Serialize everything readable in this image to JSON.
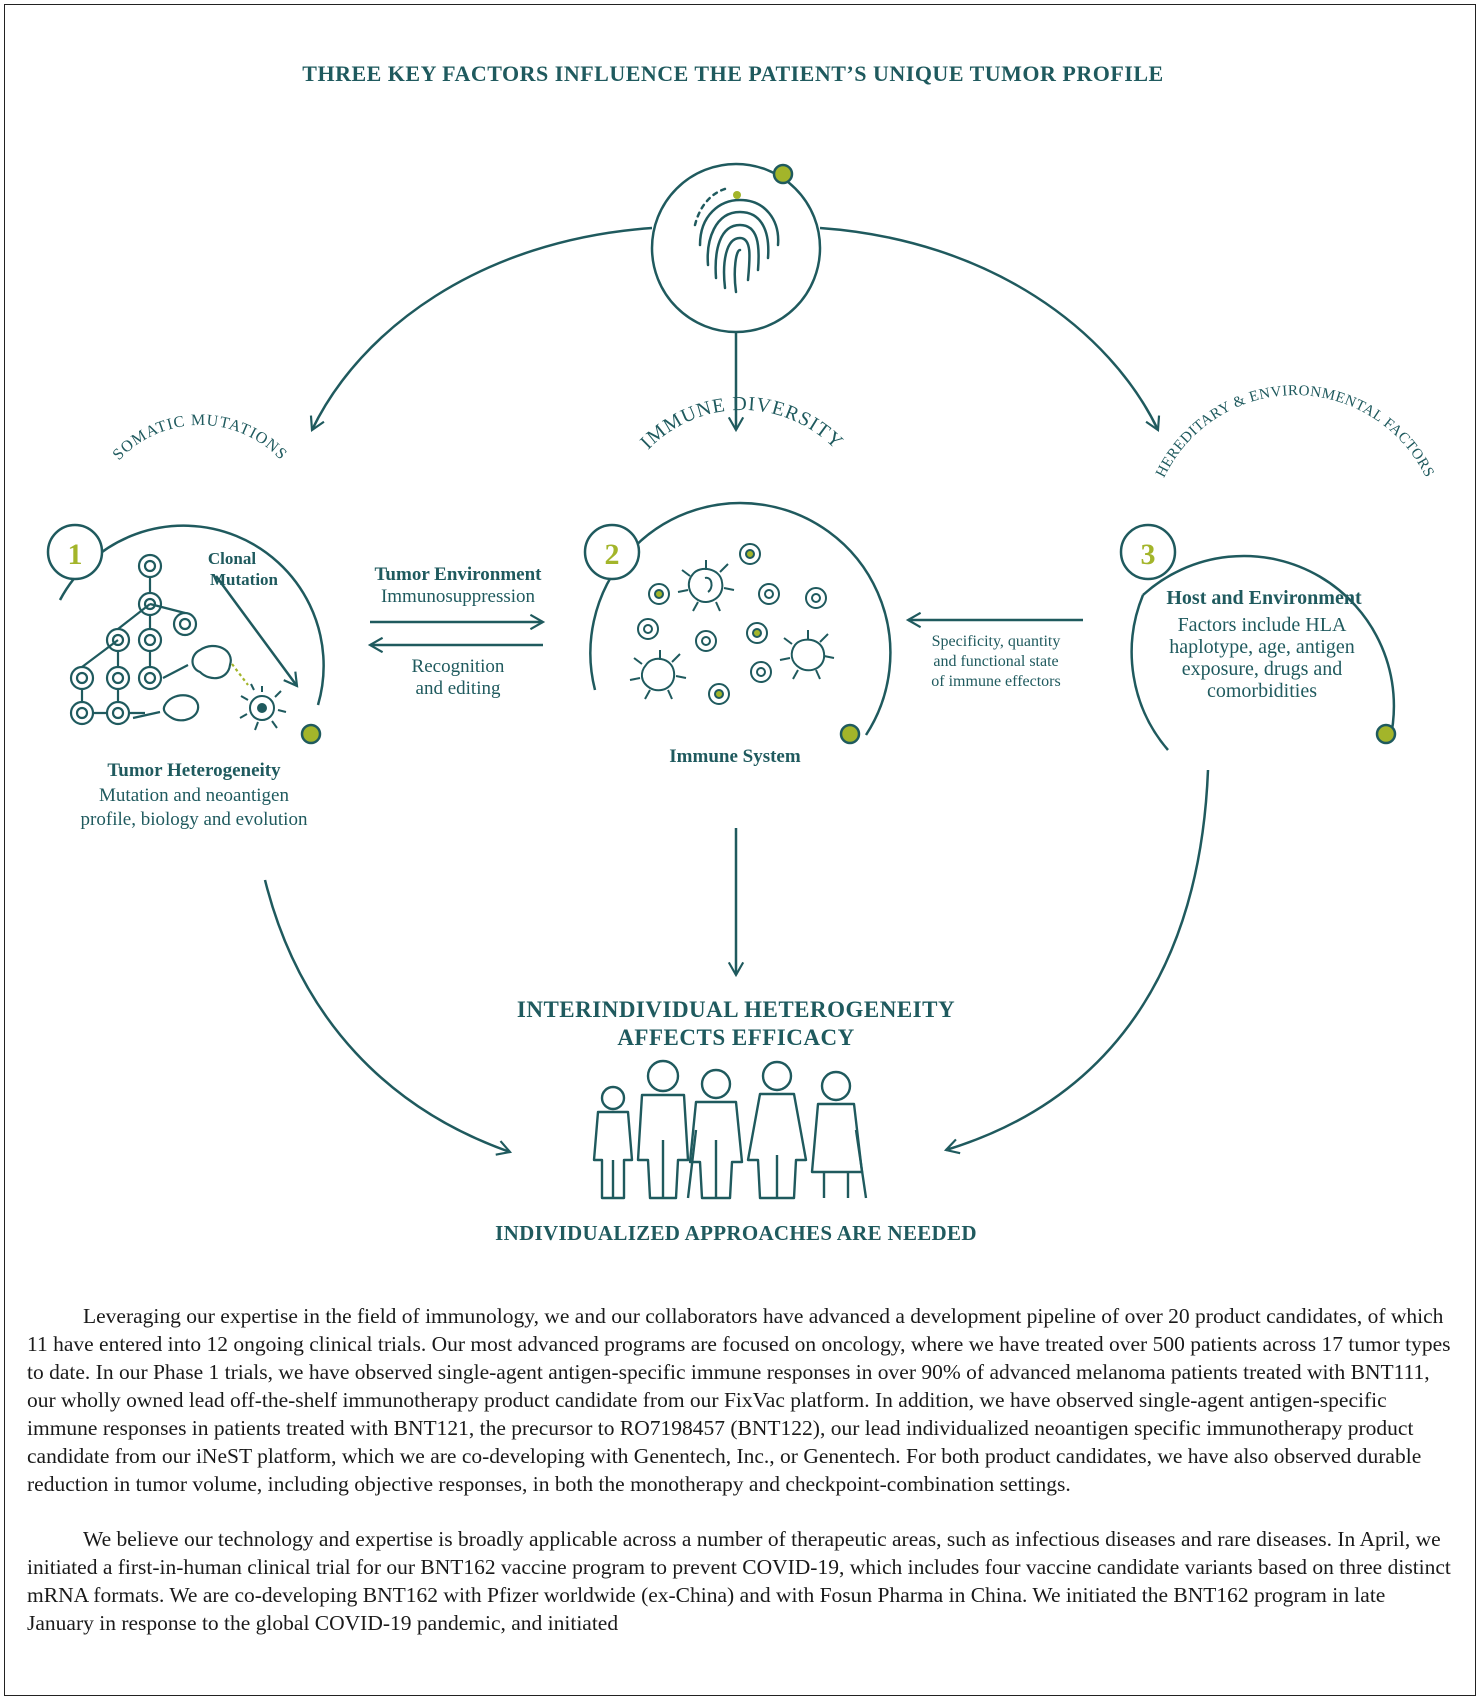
{
  "diagram": {
    "title": "THREE KEY FACTORS INFLUENCE THE PATIENT’S UNIQUE TUMOR PROFILE",
    "factor1": {
      "number": "1",
      "arc_label": "SOMATIC MUTATIONS",
      "inner_label_line1": "Clonal",
      "inner_label_line2": "Mutation",
      "caption_title": "Tumor Heterogeneity",
      "caption_line1": "Mutation and neoantigen",
      "caption_line2": "profile, biology and evolution"
    },
    "factor2": {
      "number": "2",
      "arc_label": "IMMUNE DIVERSITY",
      "caption_title": "Immune System"
    },
    "factor3": {
      "number": "3",
      "arc_label": "HEREDITARY & ENVIRONMENTAL FACTORS",
      "inner_title": "Host and Environment",
      "inner_line1": "Factors include HLA",
      "inner_line2": "haplotype, age, antigen",
      "inner_line3": "exposure, drugs and",
      "inner_line4": "comorbidities"
    },
    "link_1_2": {
      "title": "Tumor Environment",
      "line1": "Immunosuppression",
      "back_line1": "Recognition",
      "back_line2": "and editing"
    },
    "link_3_2": {
      "line1": "Specificity, quantity",
      "line2": "and functional state",
      "line3": "of immune effectors"
    },
    "outcome_line1": "INTERINDIVIDUAL HETEROGENEITY",
    "outcome_line2": "AFFECTS EFFICACY",
    "footer": "INDIVIDUALIZED APPROACHES ARE NEEDED",
    "colors": {
      "teal": "#1f5a5e",
      "green": "#a3b52a",
      "text": "#1a1a1a"
    }
  },
  "body": {
    "paragraph1": "Leveraging our expertise in the field of immunology, we and our collaborators have advanced a development pipeline of over 20 product candidates, of which 11 have entered into 12 ongoing clinical trials. Our most advanced programs are focused on oncology, where we have treated over 500 patients across 17 tumor types to date. In our Phase 1 trials, we have observed single-agent antigen-specific immune responses in over 90% of advanced melanoma patients treated with BNT111, our wholly owned lead off-the-shelf immunotherapy product candidate from our FixVac platform. In addition, we have observed single-agent antigen-specific immune responses in patients treated with BNT121, the precursor to RO7198457 (BNT122), our lead individualized neoantigen specific immunotherapy product candidate from our iNeST platform, which we are co-developing with Genentech, Inc., or Genentech. For both product candidates, we have also observed durable reduction in tumor volume, including objective responses, in both the monotherapy and checkpoint-combination settings.",
    "paragraph2": "We believe our technology and expertise is broadly applicable across a number of therapeutic areas, such as infectious diseases and rare diseases. In April, we initiated a first-in-human clinical trial for our BNT162 vaccine program to prevent COVID-19, which includes four vaccine candidate variants based on three distinct mRNA formats. We are co-developing BNT162 with Pfizer worldwide (ex-China) and with Fosun Pharma in China. We initiated the BNT162 program in late January in response to the global COVID-19 pandemic, and initiated"
  }
}
